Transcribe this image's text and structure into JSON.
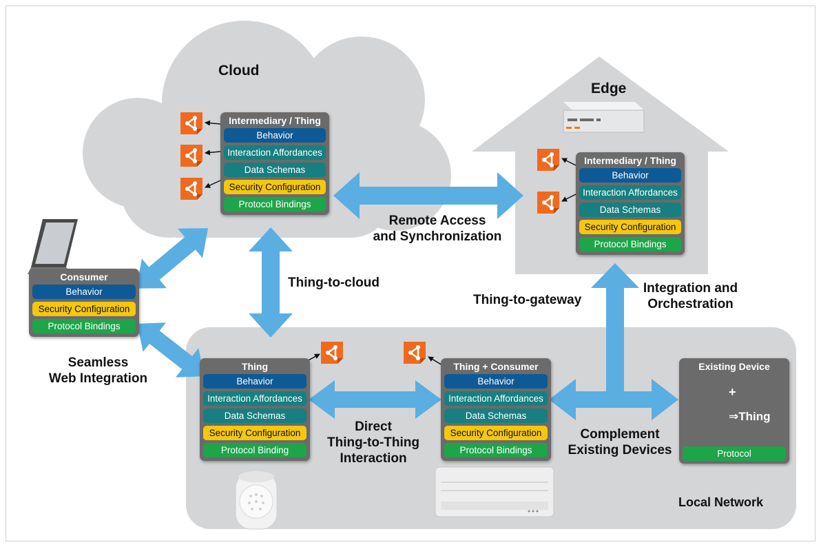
{
  "labels": {
    "cloud": "Cloud",
    "edge": "Edge",
    "local_network": "Local Network",
    "remote_access_1": "Remote Access",
    "remote_access_2": "and Synchronization",
    "thing_to_cloud": "Thing-to-cloud",
    "thing_to_gateway": "Thing-to-gateway",
    "integration_1": "Integration and",
    "integration_2": "Orchestration",
    "seamless_1": "Seamless",
    "seamless_2": "Web Integration",
    "direct_1": "Direct",
    "direct_2": "Thing-to-Thing",
    "direct_3": "Interaction",
    "complement_1": "Complement",
    "complement_2": "Existing Devices"
  },
  "boxes": {
    "cloud_intermediary": {
      "title": "Intermediary / Thing",
      "rows": [
        "Behavior",
        "Interaction Affordances",
        "Data Schemas",
        "Security Configuration",
        "Protocol Bindings"
      ]
    },
    "edge_intermediary": {
      "title": "Intermediary / Thing",
      "rows": [
        "Behavior",
        "Interaction Affordances",
        "Data Schemas",
        "Security Configuration",
        "Protocol Bindings"
      ]
    },
    "consumer": {
      "title": "Consumer",
      "rows": [
        "Behavior",
        "Security Configuration",
        "Protocol Bindings"
      ]
    },
    "thing": {
      "title": "Thing",
      "rows": [
        "Behavior",
        "Interaction Affordances",
        "Data Schemas",
        "Security Configuration",
        "Protocol Binding"
      ]
    },
    "thing_consumer": {
      "title": "Thing + Consumer",
      "rows": [
        "Behavior",
        "Interaction Affordances",
        "Data Schemas",
        "Security Configuration",
        "Protocol Bindings"
      ]
    },
    "existing_device": {
      "title": "Existing Device",
      "plus": "+",
      "result": "⇒Thing",
      "protocol": "Protocol"
    }
  },
  "colors": {
    "behavior": "#0d5a96",
    "affordance": "#177f80",
    "security": "#f5c70d",
    "binding": "#1ea54a",
    "arrow": "#5aaee2",
    "td_icon": "#ef6a1f",
    "box": "#6b6b6b",
    "region": "#d4d5d7"
  },
  "icons": [
    "thing-description-icon",
    "laptop-icon",
    "gateway-device-icon",
    "motion-sensor-icon",
    "air-conditioner-icon",
    "light-bulb-icon"
  ]
}
